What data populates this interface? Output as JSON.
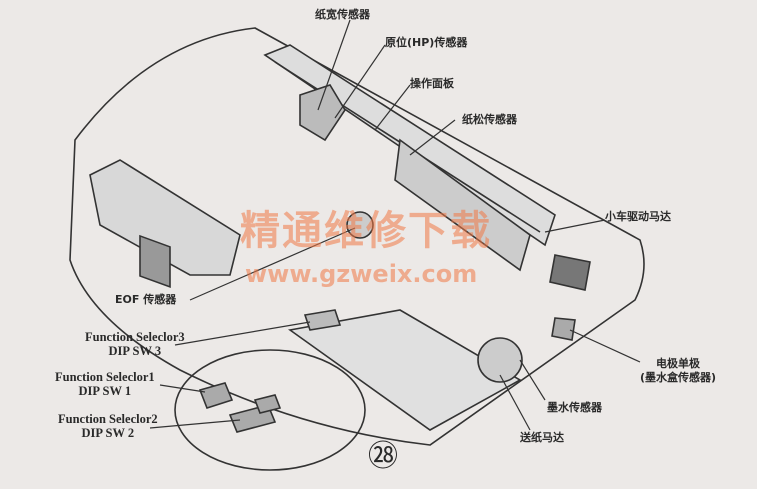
{
  "labels": {
    "paper_width_sensor": "纸宽传感器",
    "home_position_sensor": "原位(HP)传感器",
    "operation_panel": "操作面板",
    "paper_release_sensor": "纸松传感器",
    "carriage_motor": "小车驱动马达",
    "eof_sensor": "EOF 传感器",
    "dip_sw3_line1": "Function Seleclor3",
    "dip_sw3_line2": "DIP SW 3",
    "dip_sw1_line1": "Function Seleclor1",
    "dip_sw1_line2": "DIP SW 1",
    "dip_sw2_line1": "Function Seleclor2",
    "dip_sw2_line2": "DIP SW 2",
    "electrode_line1": "电极单极",
    "electrode_line2": "(墨水盒传感器)",
    "ink_sensor": "墨水传感器",
    "paper_feed_motor": "送纸马达"
  },
  "page_number": "㉘",
  "watermark": {
    "title": "精通维修下载",
    "url": "www.gzweix.com"
  },
  "colors": {
    "background": "#ece9e7",
    "ink": "#2a2a2a",
    "watermark": "#f07846"
  }
}
